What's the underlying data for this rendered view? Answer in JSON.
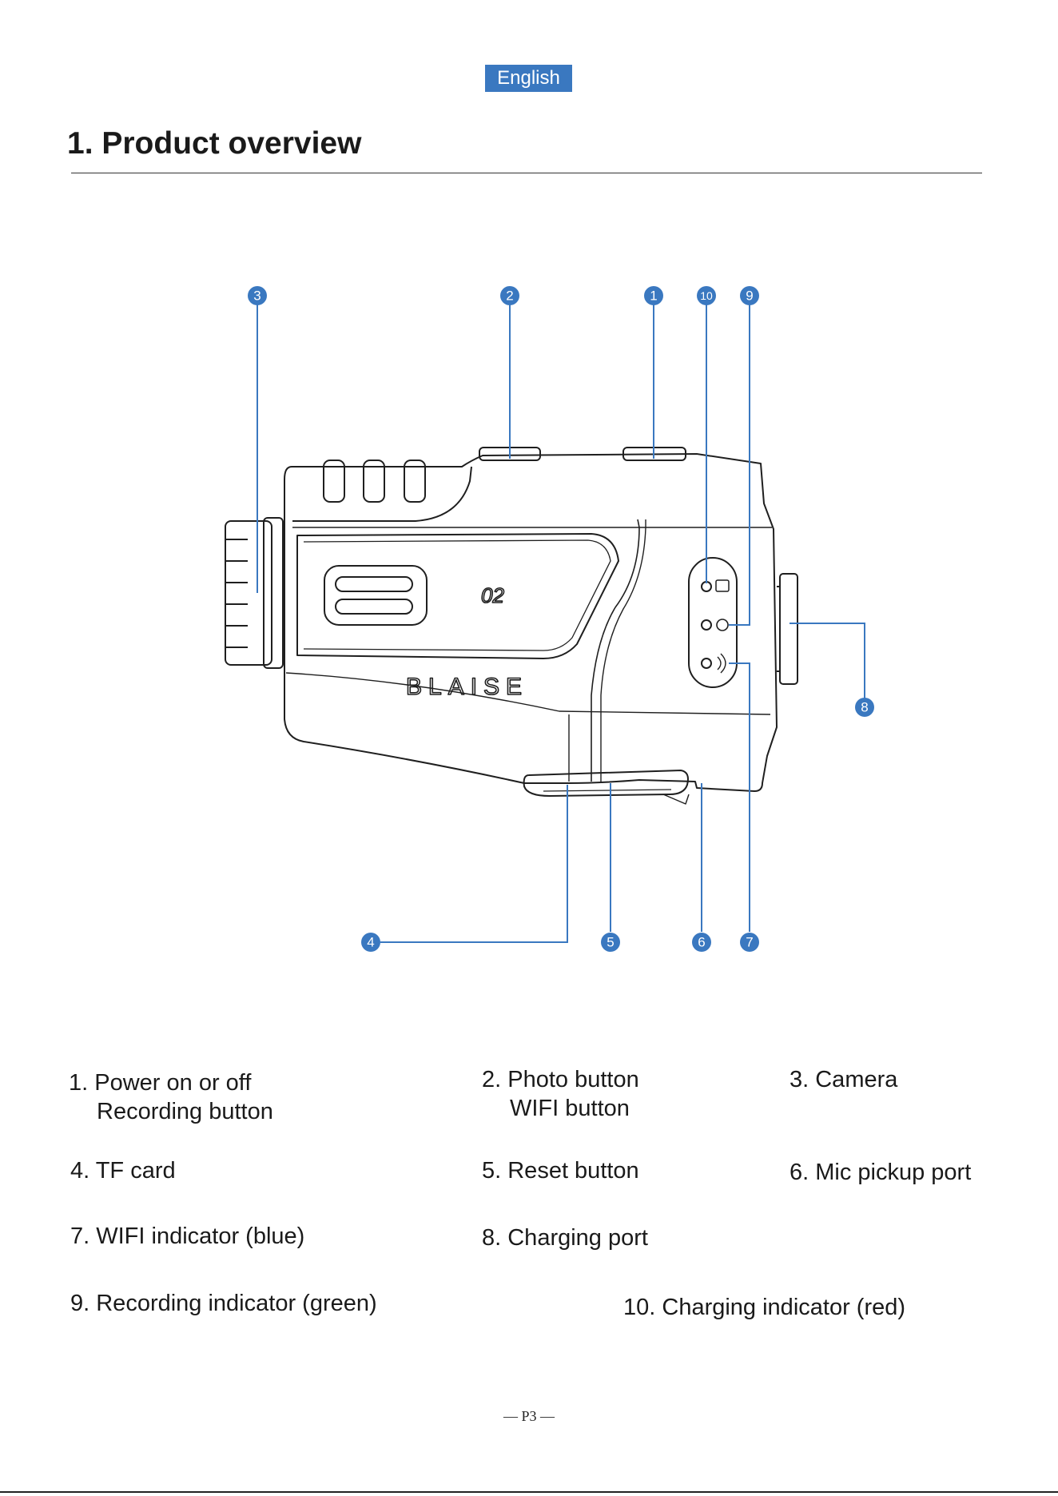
{
  "language_badge": "English",
  "section": {
    "title": "1. Product overview"
  },
  "device": {
    "brand": "BLAISE",
    "model": "02"
  },
  "callouts": [
    "1",
    "2",
    "3",
    "4",
    "5",
    "6",
    "7",
    "8",
    "9",
    "10"
  ],
  "legend": {
    "item1": {
      "line1": "1. Power on or off",
      "line2": "Recording button"
    },
    "item2": {
      "line1": "2. Photo button",
      "line2": "WIFI button"
    },
    "item3": "3. Camera",
    "item4": "4. TF card",
    "item5": "5. Reset button",
    "item6": "6. Mic pickup port",
    "item7": "7. WIFI indicator (blue)",
    "item8": "8. Charging port",
    "item9": "9. Recording indicator (green)",
    "item10": "10. Charging indicator (red)"
  },
  "footer": {
    "page": "— P3 —"
  },
  "colors": {
    "accent": "#3a78c0",
    "line": "#1f1f1f"
  }
}
